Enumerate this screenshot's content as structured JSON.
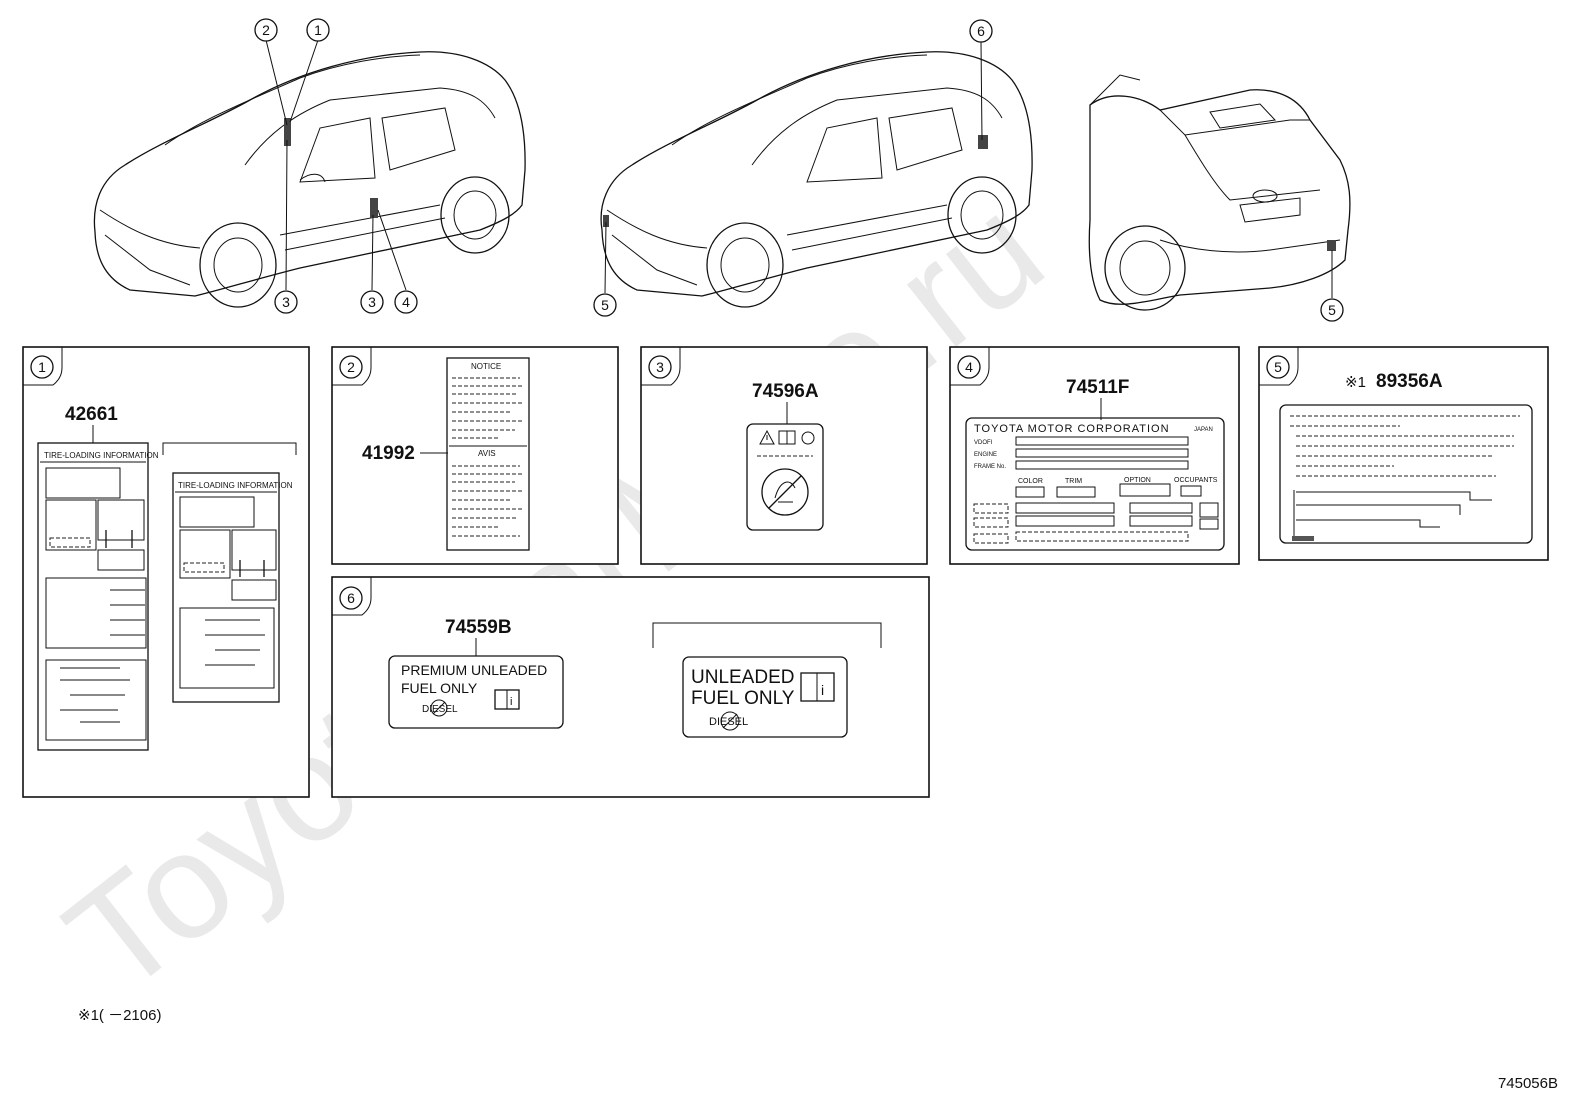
{
  "watermark": "ToyotaCarMine.ru",
  "callouts": [
    "1",
    "2",
    "3",
    "4",
    "5",
    "6"
  ],
  "panels": [
    {
      "num": "1",
      "part": "42661",
      "label_title": "TIRE-LOADING INFORMATION",
      "label_title_alt": "TIRE-LOADING INFORMATION"
    },
    {
      "num": "2",
      "part": "41992",
      "label_title": "NOTICE",
      "label_subtitle": "AVIS"
    },
    {
      "num": "3",
      "part": "74596A"
    },
    {
      "num": "4",
      "part": "74511F",
      "label_title": "TOYOTA MOTOR CORPORATION",
      "label_country": "JAPAN",
      "fields": [
        "VDOFI",
        "ENGINE",
        "FRAME No."
      ],
      "columns": [
        "COLOR",
        "TRIM",
        "OPTION",
        "OCCUPANTS"
      ]
    },
    {
      "num": "5",
      "part": "89356A",
      "part_prefix": "※1"
    },
    {
      "num": "6",
      "part": "74559B",
      "label_a": [
        "PREMIUM  UNLEADED",
        "FUEL ONLY"
      ],
      "label_a_crossed": "DIESEL",
      "label_b": [
        "UNLEADED",
        "FUEL ONLY"
      ],
      "label_b_crossed": "DIESEL"
    }
  ],
  "footnote": "※1(        －2106)",
  "diagram_code": "745056B",
  "icons": [
    "warning-icon",
    "manual-book-icon",
    "info-icon",
    "no-child-seat-icon"
  ]
}
